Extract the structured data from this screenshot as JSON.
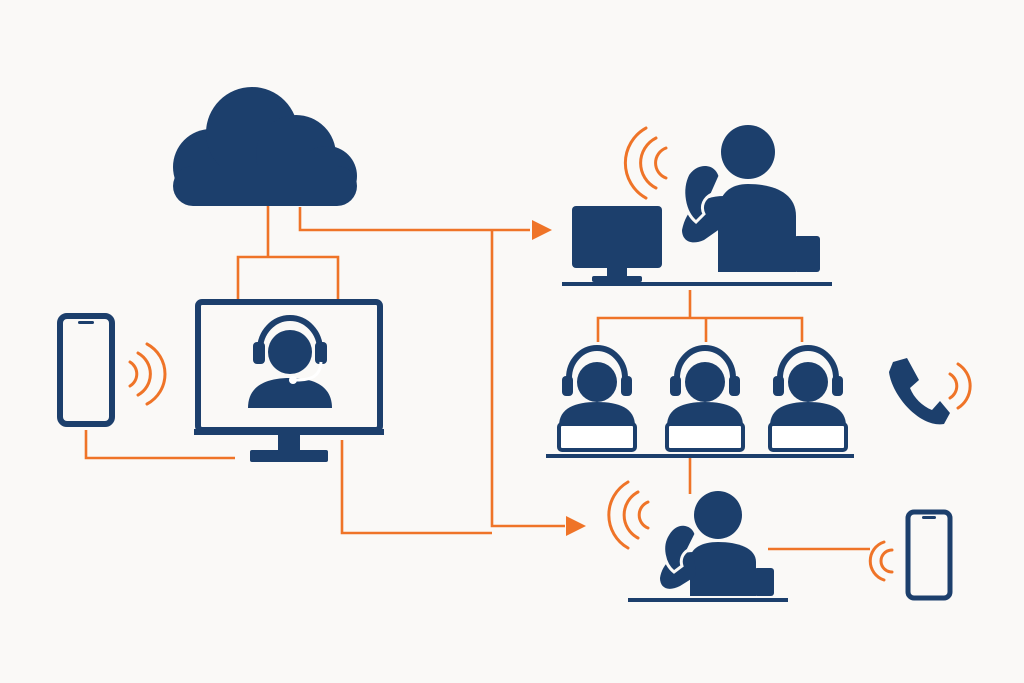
{
  "colors": {
    "background": "#faf9f7",
    "primary": "#1c3f6c",
    "accent": "#ef7428",
    "inner_light": "#ffffff"
  },
  "nodes": [
    {
      "id": "cloud",
      "icon": "cloud-icon"
    },
    {
      "id": "mobile-phone-left",
      "icon": "smartphone-icon"
    },
    {
      "id": "video-agent-monitor",
      "icon": "monitor-agent-headset-icon"
    },
    {
      "id": "supervisor-desk",
      "icon": "person-on-phone-at-desk-icon"
    },
    {
      "id": "agent-team",
      "icon": "headset-agents-icon",
      "count": 3
    },
    {
      "id": "phone-handset",
      "icon": "phone-handset-icon"
    },
    {
      "id": "field-agent",
      "icon": "person-on-phone-icon"
    },
    {
      "id": "mobile-phone-right",
      "icon": "smartphone-icon"
    }
  ],
  "edges": [
    {
      "from": "cloud",
      "to": "video-agent-monitor"
    },
    {
      "from": "cloud",
      "to": "supervisor-desk",
      "arrow": true
    },
    {
      "from": "cloud",
      "to": "field-agent",
      "arrow": true
    },
    {
      "from": "mobile-phone-left",
      "to": "video-agent-monitor"
    },
    {
      "from": "video-agent-monitor",
      "to": "field-agent",
      "arrow": true
    },
    {
      "from": "supervisor-desk",
      "to": "agent-team"
    },
    {
      "from": "agent-team",
      "to": "field-agent"
    },
    {
      "from": "field-agent",
      "to": "mobile-phone-right"
    }
  ]
}
